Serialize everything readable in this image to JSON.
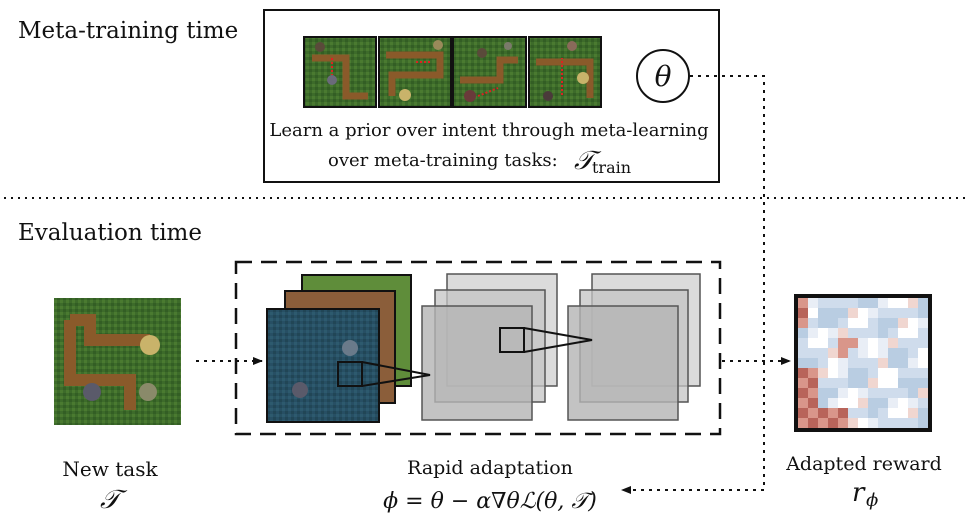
{
  "sections": {
    "meta_training": "Meta-training time",
    "evaluation": "Evaluation time"
  },
  "meta_box": {
    "caption_line1": "Learn a prior over intent through meta-learning",
    "caption_line2": "over meta-training tasks:",
    "task_symbol": "𝒯",
    "task_subscript": "train",
    "theta": "θ"
  },
  "new_task": {
    "label": "New task",
    "symbol": "𝒯"
  },
  "adaptation": {
    "label": "Rapid adaptation",
    "formula": "ϕ = θ − α∇θℒ(θ, 𝒯)"
  },
  "reward": {
    "label": "Adapted reward",
    "symbol": "r",
    "subscript": "ϕ"
  },
  "colors": {
    "grass": "#3d6b2a",
    "path": "#8a5a2a",
    "map_blue": "#274f64",
    "gray_layer": "#b4b4b4",
    "heat_red": "#b8645a",
    "heat_blue": "#b9cde2"
  }
}
